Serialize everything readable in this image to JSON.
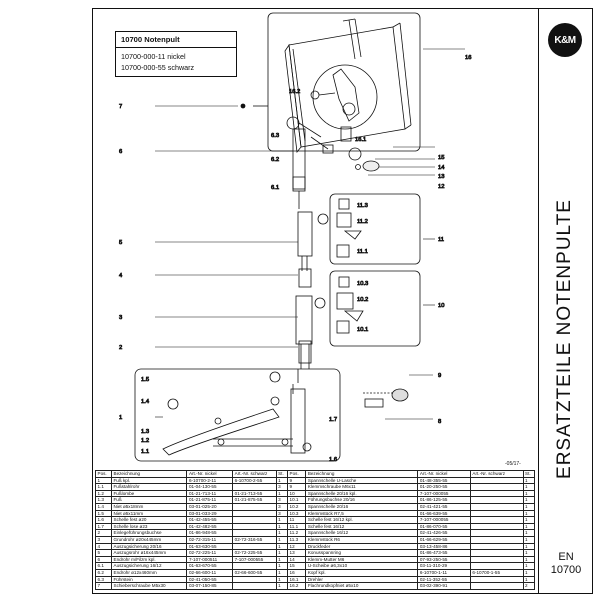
{
  "brand": {
    "logo_text": "K&M"
  },
  "sheet": {
    "side_title": "ERSATZTEILE NOTENPULTE",
    "doc_lang": "EN",
    "doc_number": "10700",
    "drawing_ref": "-05/17-"
  },
  "title_block": {
    "title": "10700 Notenpult",
    "variants": [
      "10700-000-11 nickel",
      "10700-000-55 schwarz"
    ]
  },
  "callouts": {
    "c16": "16",
    "c16_2": "16.2",
    "c16_1": "16.1",
    "c15": "15",
    "c14": "14",
    "c13": "13",
    "c12": "12",
    "c7": "7",
    "c6": "6",
    "c6_3": "6.3",
    "c6_2": "6.2",
    "c6_1": "6.1",
    "c5": "5",
    "c4": "4",
    "c3": "3",
    "c2": "2",
    "c1": "1",
    "c1_5": "1.5",
    "c1_4": "1.4",
    "c1_3": "1.3",
    "c1_2": "1.2",
    "c1_1": "1.1",
    "c1_6": "1.6",
    "c1_7": "1.7",
    "c11": "11",
    "c11_3": "11.3",
    "c11_2": "11.2",
    "c11_1": "11.1",
    "c10": "10",
    "c10_3": "10.3",
    "c10_2": "10.2",
    "c10_1": "10.1",
    "c9": "9",
    "c8": "8"
  },
  "parts_table": {
    "headers": [
      "Pos.",
      "Bezeichnung",
      "Art.-Nr. nickel",
      "Art.-Nr. schwarz",
      "St.",
      "Pos.",
      "Bezeichnung",
      "Art.-Nr. nickel",
      "Art.-Nr. schwarz",
      "St."
    ],
    "rows": [
      [
        "1",
        "Fuß kpl.",
        "6-10700-2-11",
        "6-10700-2-55",
        "1",
        "9",
        "Spannschelle U-Lasche",
        "01-48-355-55",
        "",
        "1"
      ],
      [
        "1.1",
        "Fußstahlrohr",
        "01-04-130-55",
        "",
        "3",
        "9",
        "Klemmschraube M6x11",
        "01-20-250-55",
        "",
        "1"
      ],
      [
        "1.2",
        "Fußlombe",
        "01-21-713-11",
        "01-21-713-55",
        "1",
        "10",
        "Spannschelle 20/16 kpl.",
        "7-107-000055",
        "",
        "1"
      ],
      [
        "1.3",
        "Fuß",
        "01-21-875-11",
        "01-21-875-55",
        "3",
        "10.1",
        "Führungsbuchse 20/16",
        "01-86-125-55",
        "",
        "1"
      ],
      [
        "1.4",
        "Niet ø5x18mm",
        "03-01-025-20",
        "",
        "3",
        "10.2",
        "Spannschelle 20/16",
        "02-41-421-55",
        "",
        "1"
      ],
      [
        "1.5",
        "Niet ø5x11mm",
        "03-01-033-29",
        "",
        "3",
        "10.3",
        "Klemmstück R7,5",
        "01-66-639-55",
        "",
        "1"
      ],
      [
        "1.6",
        "Schelle fest ø20",
        "01-42-455-55",
        "",
        "1",
        "11",
        "Schelle fest 16/12 kpl.",
        "7-107-000055",
        "",
        "1"
      ],
      [
        "1.7",
        "Schelle lose ø23",
        "01-42-482-55",
        "",
        "1",
        "11.1",
        "Schelle fest 16/12",
        "01-86-070-55",
        "",
        "1"
      ],
      [
        "2",
        "Einlegeführungsbuchse",
        "01-86-948-55",
        "",
        "1",
        "11.2",
        "Spannschelle 16/12",
        "02-41-426-55",
        "",
        "1"
      ],
      [
        "3",
        "Grundrohr ø20x445mm",
        "02-72-315-11",
        "02-72-316-55",
        "1",
        "11.3",
        "Klemmstück R6",
        "01-66-629-55",
        "",
        "1"
      ],
      [
        "4",
        "Auszugsicherung 20/16",
        "01-63-630-55",
        "",
        "1",
        "12",
        "Druckfeder",
        "03-13-458-86",
        "",
        "1"
      ],
      [
        "5",
        "Auszugsrohr ø16x445mm",
        "02-72-225-11",
        "02-72-225-55",
        "1",
        "13",
        "Konusspannring",
        "01-86-473-55",
        "",
        "1"
      ],
      [
        "6",
        "Endrohr m/Filzm kpl.",
        "7-107-000511",
        "7-107-000555",
        "1",
        "14",
        "Klemm-Mutter M6",
        "07-93-250-55",
        "",
        "1"
      ],
      [
        "6.1",
        "Auszugsicherung 16/12",
        "01-63-670-55",
        "",
        "1",
        "15",
        "U-Scheibe ø6,3x10",
        "03-11-310-29",
        "",
        "1"
      ],
      [
        "6.2",
        "Endrohr ø12x460mm",
        "02-66-600-11",
        "02-66-600-55",
        "1",
        "16",
        "Kopf kpl.",
        "6-10700-1-11",
        "6-10700-1-55",
        "1"
      ],
      [
        "6.3",
        "Führstein",
        "02-41-050-55",
        "",
        "1",
        "16.1",
        "Drehler",
        "02-11-352-55",
        "",
        "1"
      ],
      [
        "7",
        "Schieberschraube M5x30",
        "03-07-150-85",
        "",
        "1",
        "16.2",
        "Flachrundkopfniet ø5x10",
        "03-02-390-91",
        "",
        "2"
      ]
    ]
  }
}
